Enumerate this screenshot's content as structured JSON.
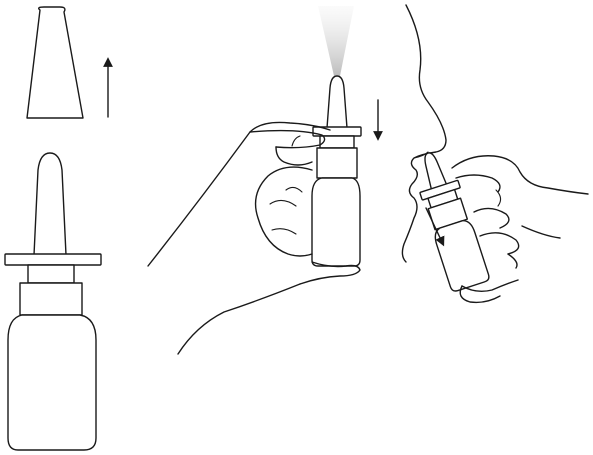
{
  "figure": {
    "kind": "nasal-spray-usage-illustration",
    "panels": [
      "remove-cap",
      "prime-spray",
      "spray-into-nostril"
    ],
    "colors": {
      "ink": "#1a1a1a",
      "background": "#ffffff",
      "mist": "#bdbdbd"
    },
    "icons": {
      "cap-arrow": "arrow-up-icon",
      "press-arrow": "arrow-down-icon",
      "insert-arrow": "arrow-diagonal-icon"
    }
  }
}
